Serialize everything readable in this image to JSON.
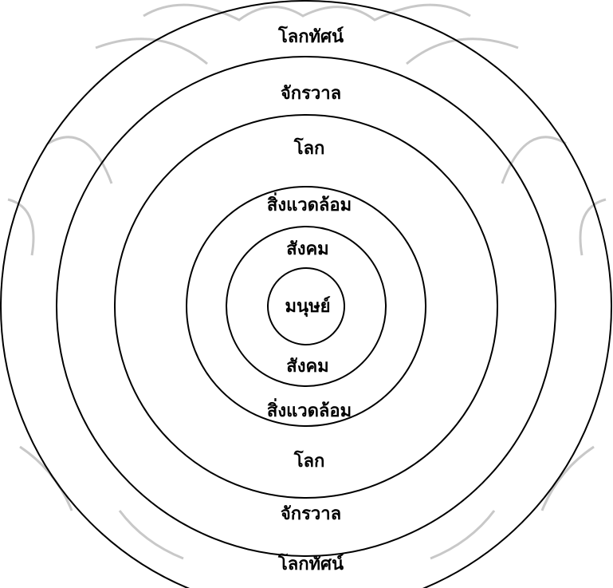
{
  "colors": {
    "ring": "#000000",
    "label": "#000000",
    "background": "#ffffff",
    "watermark": "#c8c8c8"
  },
  "rings": [
    {
      "id": "humans",
      "top_label": "มนุษย์"
    },
    {
      "id": "society",
      "top_label": "สังคม",
      "bottom_label": "สังคม"
    },
    {
      "id": "environment",
      "top_label": "สิ่งแวดล้อม",
      "bottom_label": "สิ่งแวดล้อม"
    },
    {
      "id": "world",
      "top_label": "โลก",
      "bottom_label": "โลก"
    },
    {
      "id": "universe",
      "top_label": "จักรวาล",
      "bottom_label": "จักรวาล"
    },
    {
      "id": "worldview",
      "top_label": "โลกทัศน์",
      "bottom_label": "โลกทัศน์"
    }
  ],
  "watermark_icon": "seal-watermark-icon"
}
